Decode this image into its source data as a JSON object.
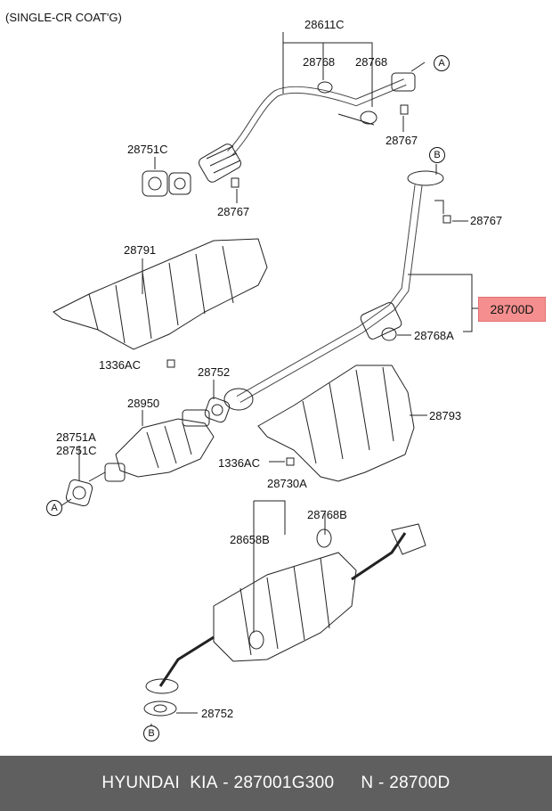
{
  "header_note": "(SINGLE-CR COAT'G)",
  "callouts": {
    "c28611C": "28611C",
    "c28768_a": "28768",
    "c28768_b": "28768",
    "c28767_a": "28767",
    "c28751C_top": "28751C",
    "c28767_b": "28767",
    "c28767_c": "28767",
    "c28791": "28791",
    "c1336AC_a": "1336AC",
    "c28768A": "28768A",
    "c28752_a": "28752",
    "c28950": "28950",
    "c28751A": "28751A",
    "c28751C_low": "28751C",
    "c28793": "28793",
    "c1336AC_b": "1336AC",
    "c28730A": "28730A",
    "c28768B": "28768B",
    "c28658B": "28658B",
    "c28752_b": "28752"
  },
  "highlighted_part": "28700D",
  "reference_markers": {
    "A1": "A",
    "B1": "B",
    "A2": "A",
    "B2": "B"
  },
  "colors": {
    "highlight": "#f58f8f",
    "footer_bg": "#5f5f5f",
    "line": "#222222"
  },
  "footer": {
    "brand": "HYUNDAI  KIA",
    "part_number": " - 287001G300",
    "ref": "N - 28700D"
  }
}
